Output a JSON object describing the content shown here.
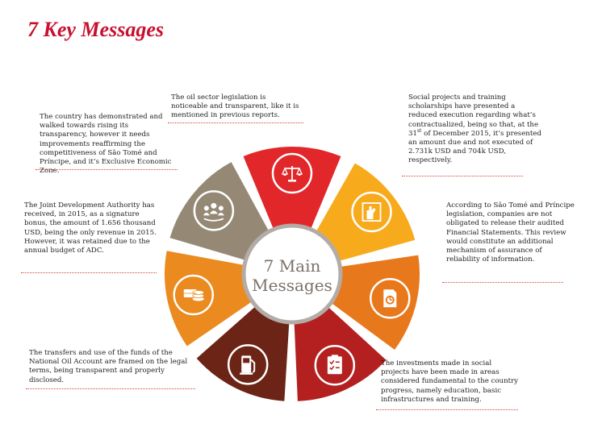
{
  "page": {
    "title": "7 Key Messages"
  },
  "center": {
    "line1": "7 Main",
    "line2": "Messages"
  },
  "colors": {
    "title": "#c8102e",
    "center_text": "#7a716b",
    "center_ring": "#b3aba6",
    "dots": "#d6453a",
    "segments": [
      "#e2272b",
      "#f7ab1c",
      "#e8781c",
      "#b3201f",
      "#6c2416",
      "#eb8a1e",
      "#958976"
    ]
  },
  "segments": [
    {
      "id": "legislation",
      "icon": "scales-icon"
    },
    {
      "id": "social",
      "icon": "hand-icon"
    },
    {
      "id": "audit",
      "icon": "document-icon"
    },
    {
      "id": "investments",
      "icon": "checklist-icon"
    },
    {
      "id": "oil-account",
      "icon": "fuel-pump-icon"
    },
    {
      "id": "jda",
      "icon": "coins-icon"
    },
    {
      "id": "transparency",
      "icon": "people-icon"
    }
  ],
  "messages": {
    "legislation": "The oil sector legislation is noticeable and transparent, like it is mentioned in previous reports.",
    "social_before": "Social projects and training scholarships have presented a reduced execution regarding what’s contractualized, being so that, at the 31",
    "social_sup": "st",
    "social_after": " of December 2015, it’s presented an amount due and not executed of 2.731k USD and 704k USD, respectively.",
    "audit": "According to São Tomé and Príncipe legislation, companies are not obligated to release their audited Financial Statements. This review would constitute an additional mechanism of assurance of reliability of information.",
    "investments": "The investments made in social projects have been made in areas considered fundamental to the country progress, namely education, basic infrastructures and training.",
    "oil_account": "The transfers and use of the funds of the National Oil Account are framed on the legal terms, being transparent and properly disclosed.",
    "jda": "The Joint Development Authority has received, in 2015, as a signature bonus, the amount of 1.656 thousand USD, being the only revenue in 2015. However, it was retained due to the annual budget of ADC.",
    "transparency": "The country has demonstrated and walked towards rising its transparency, however it needs improvements reaffirming the competitiveness of São Tomé and Príncipe, and it’s Exclusive Economic Zone."
  }
}
